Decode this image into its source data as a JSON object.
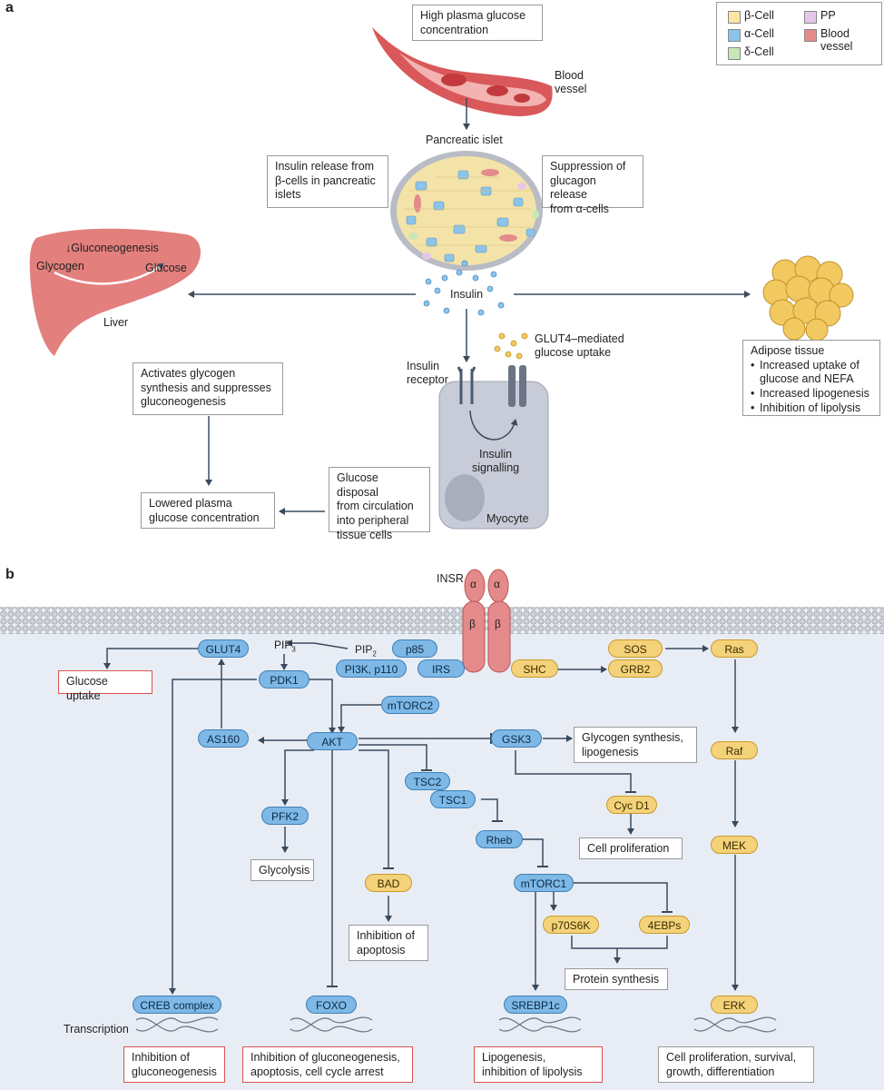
{
  "panel_a": {
    "label": "a",
    "legend": [
      {
        "name": "β-Cell",
        "color": "#fbe7a1"
      },
      {
        "name": "PP",
        "color": "#e6c5ea"
      },
      {
        "name": "α-Cell",
        "color": "#8cc4ea"
      },
      {
        "name": "Blood vessel",
        "color": "#e58a8a"
      },
      {
        "name": "δ-Cell",
        "color": "#c8e6b8"
      }
    ],
    "high_glucose": "High plasma glucose\nconcentration",
    "blood_vessel": "Blood\nvessel",
    "pancreatic_islet": "Pancreatic islet",
    "insulin_release": "Insulin release from\nβ-cells in pancreatic\nislets",
    "glucagon_suppression": "Suppression of\nglucagon release\nfrom α-cells",
    "gluconeogenesis": "↓Gluconeogenesis",
    "glycogen": "Glycogen",
    "glucose": "Glucose",
    "liver": "Liver",
    "insulin": "Insulin",
    "glut4_uptake": "GLUT4–mediated\nglucose uptake",
    "insulin_receptor": "Insulin\nreceptor",
    "insulin_signalling": "Insulin\nsignalling",
    "myocyte": "Myocyte",
    "adipose_title": "Adipose tissue",
    "adipose_items": [
      "Increased uptake of\nglucose and NEFA",
      "Increased lipogenesis",
      "Inhibition of lipolysis"
    ],
    "glycogen_synthesis": "Activates glycogen\nsynthesis and suppresses\ngluconeogenesis",
    "glucose_disposal": "Glucose disposal\nfrom circulation\ninto peripheral\ntissue cells",
    "lowered_glucose": "Lowered plasma\nglucose concentration"
  },
  "panel_b": {
    "label": "b",
    "insr": "INSR",
    "alpha": "α",
    "beta": "β",
    "pip3": "PIP",
    "pip3_sub": "3",
    "pip2": "PIP",
    "pip2_sub": "2",
    "nodes": {
      "glut4": "GLUT4",
      "pdk1": "PDK1",
      "p85": "p85",
      "pi3k": "PI3K, p110",
      "irs": "IRS",
      "shc": "SHC",
      "sos": "SOS",
      "grb2": "GRB2",
      "ras": "Ras",
      "mtorc2": "mTORC2",
      "akt": "AKT",
      "as160": "AS160",
      "gsk3": "GSK3",
      "tsc2": "TSC2",
      "tsc1": "TSC1",
      "pfk2": "PFK2",
      "rheb": "Rheb",
      "cycd1": "Cyc D1",
      "raf": "Raf",
      "mtorc1": "mTORC1",
      "mek": "MEK",
      "bad": "BAD",
      "p70s6k": "p70S6K",
      "4ebps": "4EBPs",
      "creb": "CREB complex",
      "foxo": "FOXO",
      "srebp1c": "SREBP1c",
      "erk": "ERK"
    },
    "outcomes": {
      "glucose_uptake": "Glucose uptake",
      "glycogen_synthesis": "Glycogen synthesis,\nlipogenesis",
      "glycolysis": "Glycolysis",
      "cell_proliferation": "Cell proliferation",
      "inhibition_apoptosis": "Inhibition of\napoptosis",
      "protein_synthesis": "Protein synthesis",
      "inhibition_gluconeogenesis": "Inhibition of\ngluconeogenesis",
      "foxo_outcome": "Inhibition of gluconeogenesis,\napoptosis, cell cycle arrest",
      "lipogenesis": "Lipogenesis,\ninhibition of lipolysis",
      "erk_outcome": "Cell proliferation, survival,\ngrowth, differentiation"
    },
    "transcription": "Transcription"
  }
}
